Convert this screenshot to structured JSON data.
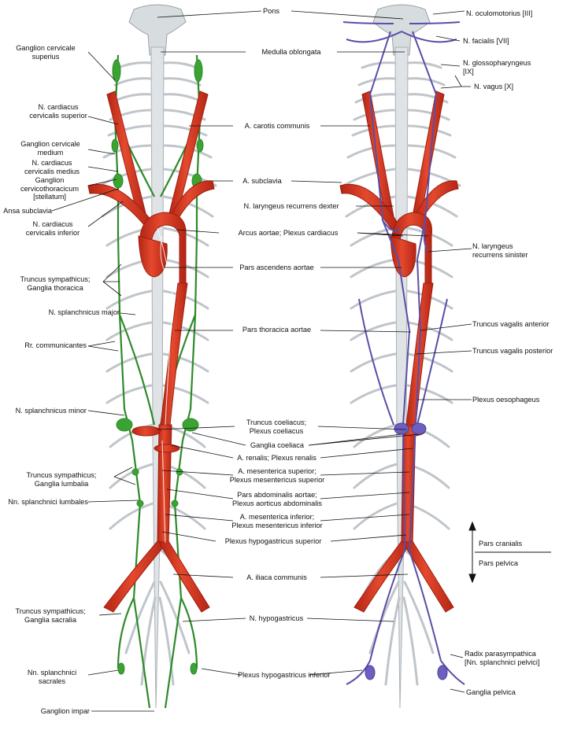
{
  "labels": {
    "pons": "Pons",
    "n_oculomotorius": "N. oculomotorius [III]",
    "ganglion_cervicale_superius_1": "Ganglion cervicale",
    "ganglion_cervicale_superius_2": "superius",
    "medulla_oblongata": "Medulla oblongata",
    "n_facialis": "N. facialis [VII]",
    "n_glossopharyngeus_1": "N. glossopharyngeus",
    "n_glossopharyngeus_2": "[IX]",
    "n_vagus": "N. vagus [X]",
    "n_cardiacus_cervicalis_superior_1": "N. cardiacus",
    "n_cardiacus_cervicalis_superior_2": "cervicalis superior",
    "a_carotis_communis": "A. carotis communis",
    "ganglion_cervicale_medium_1": "Ganglion cervicale",
    "ganglion_cervicale_medium_2": "medium",
    "n_cardiacus_cervicalis_medius_1": "N. cardiacus",
    "n_cardiacus_cervicalis_medius_2": "cervicalis medius",
    "ganglion_cervicothoracicum_1": "Ganglion",
    "ganglion_cervicothoracicum_2": "cervicothoracicum",
    "ganglion_cervicothoracicum_3": "[stellatum]",
    "a_subclavia": "A. subclavia",
    "ansa_subclavia": "Ansa subclavia",
    "n_laryngeus_recurrens_dexter": "N. laryngeus recurrens dexter",
    "n_cardiacus_cervicalis_inferior_1": "N. cardiacus",
    "n_cardiacus_cervicalis_inferior_2": "cervicalis inferior",
    "arcus_aortae": "Arcus aortae; Plexus cardiacus",
    "n_laryngeus_recurrens_sinister_1": "N. laryngeus",
    "n_laryngeus_recurrens_sinister_2": "recurrens sinister",
    "pars_ascendens_aortae": "Pars ascendens aortae",
    "truncus_sympathicus_thoracica_1": "Truncus sympathicus;",
    "truncus_sympathicus_thoracica_2": "Ganglia thoracica",
    "n_splanchnicus_major": "N. splanchnicus major",
    "truncus_vagalis_anterior": "Truncus vagalis anterior",
    "pars_thoracica_aortae": "Pars thoracica aortae",
    "rr_communicantes": "Rr. communicantes",
    "truncus_vagalis_posterior": "Truncus vagalis posterior",
    "plexus_oesophageus": "Plexus oesophageus",
    "n_splanchnicus_minor": "N. splanchnicus minor",
    "truncus_coeliacus_1": "Truncus coeliacus;",
    "truncus_coeliacus_2": "Plexus coeliacus",
    "ganglia_coeliaca": "Ganglia coeliaca",
    "a_renalis": "A. renalis; Plexus renalis",
    "truncus_sympathicus_lumbalia_1": "Truncus sympathicus;",
    "truncus_sympathicus_lumbalia_2": "Ganglia lumbalia",
    "a_mesenterica_superior_1": "A. mesenterica superior;",
    "a_mesenterica_superior_2": "Plexus mesentericus superior",
    "nn_splanchnici_lumbales": "Nn. splanchnici lumbales",
    "pars_abdominalis_aortae_1": "Pars abdominalis aortae;",
    "pars_abdominalis_aortae_2": "Plexus aorticus abdominalis",
    "a_mesenterica_inferior_1": "A. mesenterica inferior;",
    "a_mesenterica_inferior_2": "Plexus mesentericus inferior",
    "plexus_hypogastricus_superior": "Plexus hypogastricus superior",
    "pars_cranialis": "Pars cranialis",
    "pars_pelvica": "Pars pelvica",
    "a_iliaca_communis": "A. iliaca communis",
    "truncus_sympathicus_sacralia_1": "Truncus sympathicus;",
    "truncus_sympathicus_sacralia_2": "Ganglia sacralia",
    "n_hypogastricus": "N. hypogastricus",
    "radix_parasympathica_1": "Radix parasympathica",
    "radix_parasympathica_2": "[Nn. splanchnici pelvici]",
    "nn_splanchnici_sacrales_1": "Nn. splanchnici",
    "nn_splanchnici_sacrales_2": "sacrales",
    "plexus_hypogastricus_inferior": "Plexus hypogastricus inferior",
    "ganglia_pelvica": "Ganglia pelvica",
    "ganglion_impar": "Ganglion impar"
  },
  "colors": {
    "artery": "#d93a22",
    "sympathetic": "#2e8a2a",
    "parasympathetic": "#5a4ea8",
    "spine": "#c9cfd3",
    "nerve_grey": "#b8bec3",
    "leader": "#111111"
  }
}
